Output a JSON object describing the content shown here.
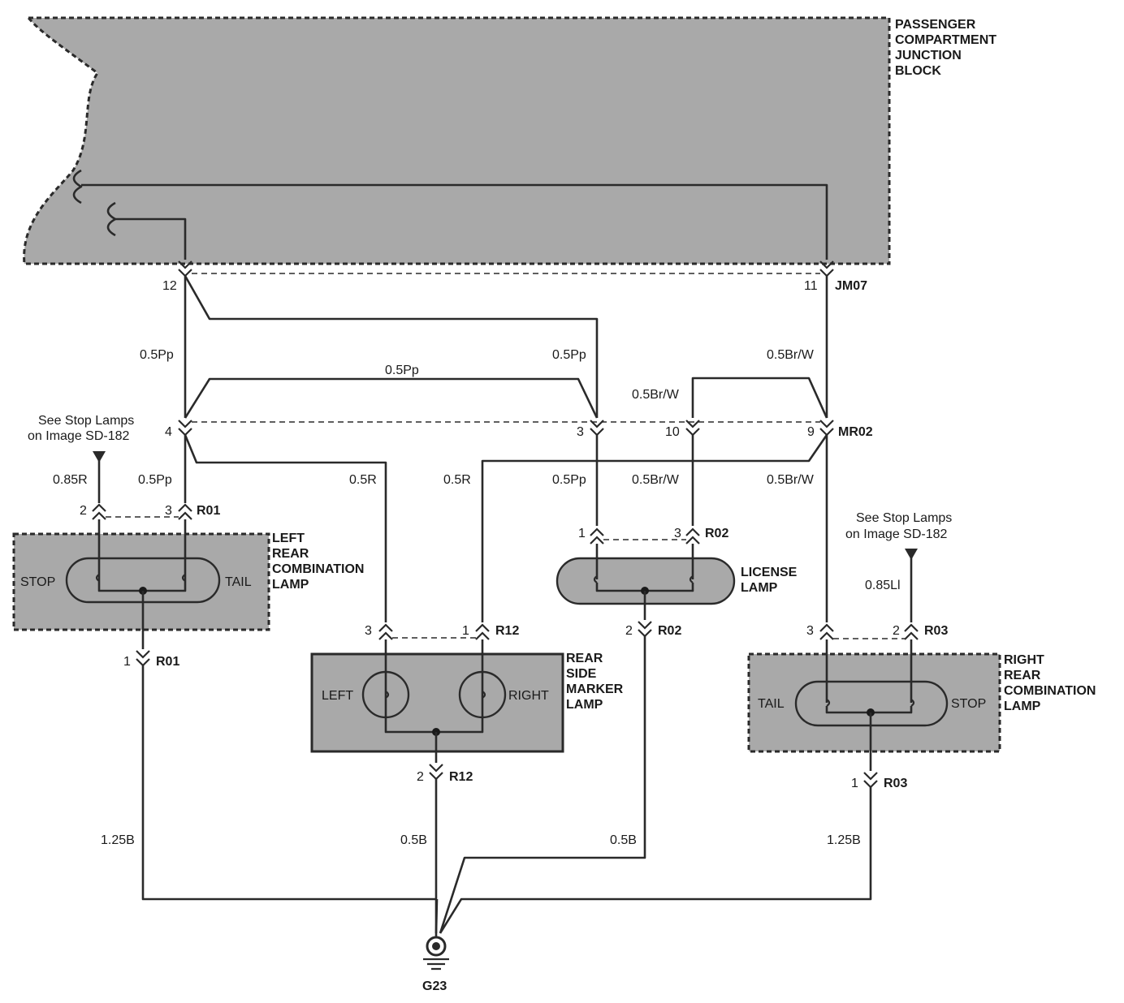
{
  "junction_block": {
    "title": [
      "PASSENGER",
      "COMPARTMENT",
      "JUNCTION",
      "BLOCK"
    ],
    "connector": "JM07",
    "pin_left": "12",
    "pin_right": "11"
  },
  "mr02": {
    "connector": "MR02",
    "pins": [
      "4",
      "3",
      "10",
      "9"
    ]
  },
  "wires": {
    "pp_a": "0.5Pp",
    "pp_b": "0.5Pp",
    "pp_c": "0.5Pp",
    "pp_d": "0.5Pp",
    "pp_e": "0.5Pp",
    "brw_a": "0.5Br/W",
    "brw_b": "0.5Br/W",
    "brw_c": "0.5Br/W",
    "brw_d": "0.5Br/W",
    "r_a": "0.5R",
    "r_b": "0.5R",
    "r85": "0.85R",
    "li85": "0.85Ll",
    "b125_left": "1.25B",
    "b125_right": "1.25B",
    "b05_a": "0.5B",
    "b05_b": "0.5B"
  },
  "notes": {
    "stop_left": [
      "See Stop Lamps",
      "on Image SD-182"
    ],
    "stop_right": [
      "See Stop Lamps",
      "on Image SD-182"
    ]
  },
  "left_lamp": {
    "name": [
      "LEFT",
      "REAR",
      "COMBINATION",
      "LAMP"
    ],
    "stop": "STOP",
    "tail": "TAIL",
    "connector": "R01",
    "pins": [
      "2",
      "3",
      "1"
    ]
  },
  "marker_lamp": {
    "name": [
      "REAR",
      "SIDE",
      "MARKER",
      "LAMP"
    ],
    "left": "LEFT",
    "right": "RIGHT",
    "connector": "R12",
    "pins": [
      "3",
      "1",
      "2"
    ]
  },
  "license_lamp": {
    "name": [
      "LICENSE",
      "LAMP"
    ],
    "connector": "R02",
    "pins": [
      "1",
      "3",
      "2"
    ]
  },
  "right_lamp": {
    "name": [
      "RIGHT",
      "REAR",
      "COMBINATION",
      "LAMP"
    ],
    "tail": "TAIL",
    "stop": "STOP",
    "connector": "R03",
    "pins": [
      "3",
      "2",
      "1"
    ]
  },
  "ground": {
    "label": "G23"
  }
}
